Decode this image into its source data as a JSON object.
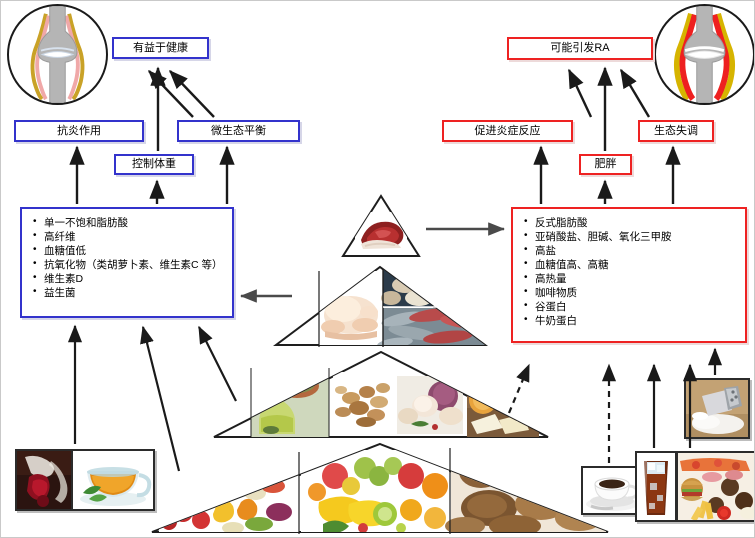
{
  "diagram": {
    "title": "Diet and Rheumatoid Arthritis (RA) influence diagram",
    "left_branch": {
      "outcome": "有益于健康",
      "mediators": [
        "抗炎作用",
        "微生态平衡"
      ],
      "mediator_center": "控制体重",
      "factors_box": [
        "单一不饱和脂肪酸",
        "高纤维",
        "血糖值低",
        "抗氧化物（类胡萝卜素、维生素C 等）",
        "维生素D",
        "益生菌"
      ],
      "joint_icon": "healthy-knee-joint-icon",
      "border_color": "#3333cc"
    },
    "right_branch": {
      "outcome": "可能引发RA",
      "mediators": [
        "促进炎症反应",
        "生态失调"
      ],
      "mediator_center": "肥胖",
      "factors_box": [
        "反式脂肪酸",
        "亚硝酸盐、胆碱、氧化三甲胺",
        "高盐",
        "血糖值高、高糖",
        "高热量",
        "咖啡物质",
        "谷蛋白",
        "牛奶蛋白"
      ],
      "joint_icon": "inflamed-knee-joint-icon",
      "border_color": "#ee2222"
    },
    "pyramid": {
      "name": "food-pyramid",
      "tiers": [
        {
          "level": 1,
          "label": "red-meat-tier",
          "items": [
            "red-meat"
          ]
        },
        {
          "level": 2,
          "label": "poultry-fish-tier",
          "items": [
            "poultry",
            "shellfish",
            "fish"
          ]
        },
        {
          "level": 3,
          "label": "oil-nuts-dairy-tier",
          "items": [
            "olive-oil",
            "nuts",
            "garlic-onion",
            "dairy-cheese"
          ]
        },
        {
          "level": 4,
          "label": "vegetables-fruits-grains-tier",
          "items": [
            "vegetables",
            "fruits",
            "whole-grain-bread"
          ]
        }
      ]
    },
    "side_photos": {
      "left": [
        {
          "name": "red-wine-photo",
          "label": "red-wine"
        },
        {
          "name": "tea-photo",
          "label": "tea"
        }
      ],
      "right": [
        {
          "name": "coffee-photo",
          "label": "coffee"
        },
        {
          "name": "cola-photo",
          "label": "cola-soft-drink"
        },
        {
          "name": "fast-food-photo",
          "label": "fast-food"
        },
        {
          "name": "salt-shaker-photo",
          "label": "salt-shaker"
        }
      ]
    },
    "arrow_styles": {
      "solid": "solid",
      "dashed": "dashed"
    }
  }
}
